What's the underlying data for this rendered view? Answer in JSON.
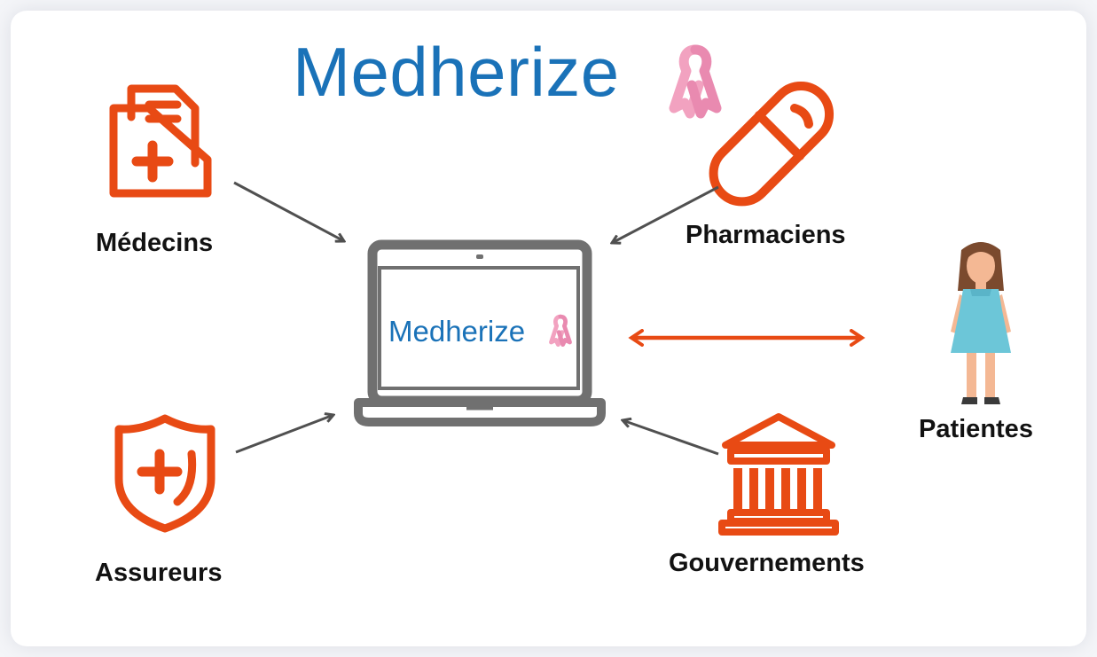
{
  "brand": {
    "name": "Medherize",
    "screen_name": "Medherize",
    "ribbon_icon": "pink-ribbon-icon",
    "brand_color": "#1a72b8",
    "ribbon_color": "#f2a2c0"
  },
  "nodes": {
    "doctors": {
      "label": "Médecins",
      "icon": "medical-file-icon"
    },
    "pharmacists": {
      "label": "Pharmaciens",
      "icon": "pill-capsule-icon"
    },
    "patients": {
      "label": "Patientes",
      "icon": "woman-patient-icon"
    },
    "insurers": {
      "label": "Assureurs",
      "icon": "shield-plus-icon"
    },
    "governments": {
      "label": "Gouvernements",
      "icon": "government-building-icon"
    },
    "platform": {
      "icon": "laptop-icon"
    }
  },
  "colors": {
    "accent": "#e84a14",
    "arrow": "#505050",
    "laptop": "#707070"
  }
}
